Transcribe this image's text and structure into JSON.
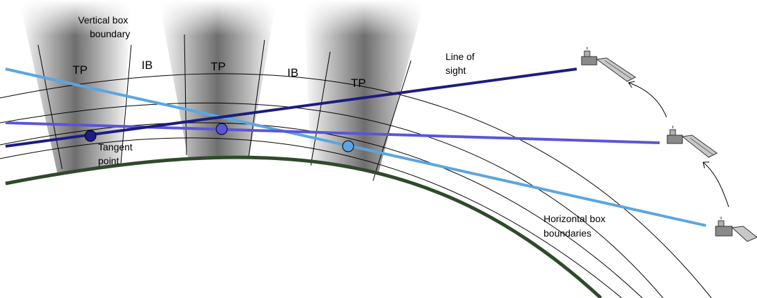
{
  "labels": {
    "vertical_box_boundary_1": "Vertical box",
    "vertical_box_boundary_2": "boundary",
    "tp": "TP",
    "ib": "IB",
    "line_of_sight_1": "Line of",
    "line_of_sight_2": "sight",
    "tangent_point_1": "Tangent",
    "tangent_point_2": "point",
    "horizontal_box_boundaries_1": "Horizontal box",
    "horizontal_box_boundaries_2": "boundaries"
  },
  "colors": {
    "earth_surface": "#2f4a2b",
    "los_dark": "#1c1c82",
    "los_medium": "#5a55d9",
    "los_light": "#5aa6e0",
    "boundary": "#000000"
  },
  "icons": {
    "satellite": "satellite-icon",
    "arrow": "orbit-arrow-icon"
  }
}
